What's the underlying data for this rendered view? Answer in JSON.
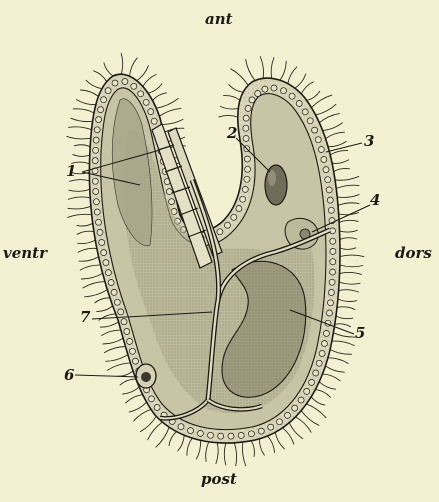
{
  "orientation": {
    "anterior": "ant",
    "posterior": "post",
    "ventral": "ventr",
    "dorsal": "dors"
  },
  "labels": {
    "l1": "1",
    "l2": "2",
    "l3": "3",
    "l4": "4",
    "l5": "5",
    "l6": "6",
    "l7": "7"
  },
  "colors": {
    "background": "#f4f1d3",
    "ink": "#1c1a14",
    "body_wall": "#c9c6a8",
    "interior": "#b5b296",
    "dark_mass": "#8f8d78"
  }
}
